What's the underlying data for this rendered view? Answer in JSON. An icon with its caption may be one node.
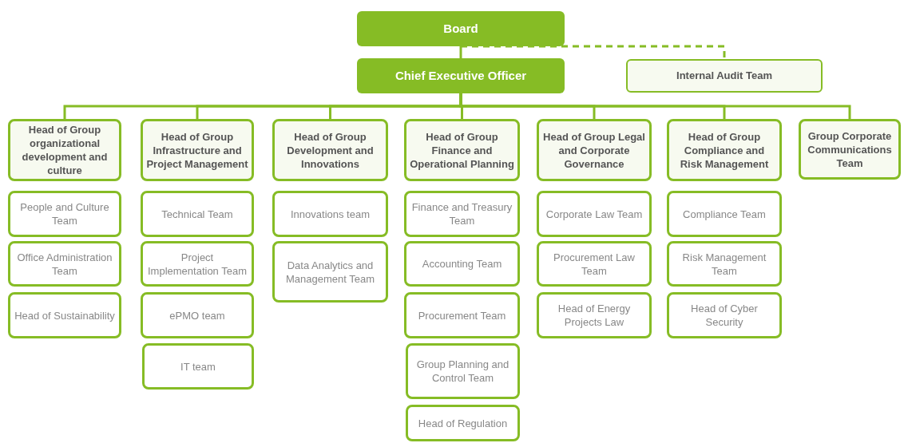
{
  "diagram": {
    "nodes": [
      {
        "text": [
          "Board"
        ]
      },
      {
        "text": [
          "Chief Executive Officer"
        ]
      },
      {
        "text": [
          "Internal Audit Team"
        ]
      },
      {
        "text": [
          "Head of Group organizational development and culture"
        ]
      },
      {
        "text": [
          "Head of Group Infrastructure and Project Management"
        ]
      },
      {
        "text": [
          "Head of Group Development and Innovations"
        ]
      },
      {
        "text": [
          "Head of Group Finance and Operational Planning"
        ]
      },
      {
        "text": [
          "Head of Group Legal and Corporate Governance"
        ]
      },
      {
        "text": [
          "Head of Group Compliance and Risk Management"
        ]
      },
      {
        "text": [
          "Group Corporate Communications Team"
        ]
      },
      {
        "text": [
          "People and Culture Team"
        ]
      },
      {
        "text": [
          "Office Administration Team"
        ]
      },
      {
        "text": [
          "Head of Sustainability"
        ]
      },
      {
        "text": [
          "Technical Team"
        ]
      },
      {
        "text": [
          "Project Implementation Team"
        ]
      },
      {
        "text": [
          "ePMO team"
        ]
      },
      {
        "text": [
          "IT team"
        ]
      },
      {
        "text": [
          "Innovations team"
        ]
      },
      {
        "text": [
          "Data Analytics and Management Team"
        ]
      },
      {
        "text": [
          "Finance and Treasury Team"
        ]
      },
      {
        "text": [
          "Accounting Team"
        ]
      },
      {
        "text": [
          "Procurement Team"
        ]
      },
      {
        "text": [
          "Group Planning and Control Team"
        ]
      },
      {
        "text": [
          "Head of Regulation"
        ]
      },
      {
        "text": [
          "Corporate Law Team"
        ]
      },
      {
        "text": [
          "Procurement Law Team"
        ]
      },
      {
        "text": [
          "Head of Energy Projects Law"
        ]
      },
      {
        "text": [
          "Compliance Team"
        ]
      },
      {
        "text": [
          "Risk Management Team"
        ]
      },
      {
        "text": [
          "Head of Cyber Security"
        ]
      }
    ],
    "edges": [
      {
        "from": 0,
        "to": 1,
        "arrow": "none"
      },
      {
        "from": 0,
        "to": 2,
        "arrow": "none",
        "style": "dashed"
      },
      {
        "from": 1,
        "to": 3,
        "arrow": "none"
      },
      {
        "from": 1,
        "to": 4,
        "arrow": "none"
      },
      {
        "from": 1,
        "to": 5,
        "arrow": "none"
      },
      {
        "from": 1,
        "to": 6,
        "arrow": "none"
      },
      {
        "from": 1,
        "to": 7,
        "arrow": "none"
      },
      {
        "from": 1,
        "to": 8,
        "arrow": "none"
      },
      {
        "from": 1,
        "to": 9,
        "arrow": "none"
      }
    ]
  }
}
